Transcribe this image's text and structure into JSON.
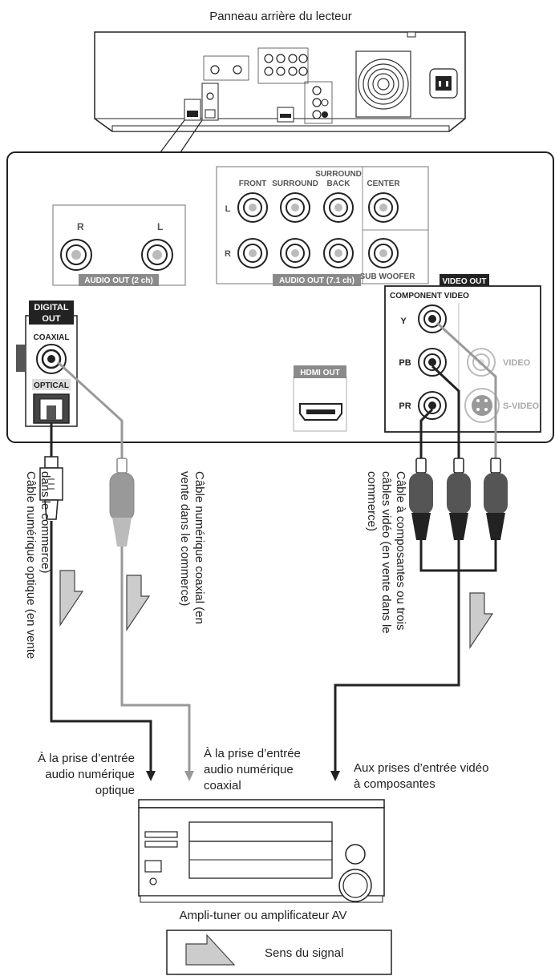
{
  "title": "Panneau arrière du lecteur",
  "panel": {
    "audio_out_2ch": {
      "label": "AUDIO OUT (2 ch)",
      "r": "R",
      "l": "L"
    },
    "audio_out_71": {
      "label": "AUDIO OUT (7.1 ch)",
      "front": "FRONT",
      "surround": "SURROUND",
      "surround_back_1": "SURROUND",
      "surround_back_2": "BACK",
      "center": "CENTER",
      "sub_woofer": "SUB WOOFER",
      "l": "L",
      "r": "R"
    },
    "digital_out": {
      "label_1": "DIGITAL",
      "label_2": "OUT",
      "coaxial": "COAXIAL",
      "optical": "OPTICAL"
    },
    "hdmi_out": "HDMI OUT",
    "video_out": {
      "label": "VIDEO OUT",
      "component": "COMPONENT VIDEO",
      "y": "Y",
      "pb": "PB",
      "pr": "PR",
      "video": "VIDEO",
      "s_video": "S-VIDEO"
    }
  },
  "cables": {
    "optical": [
      "Câble numérique optique (en vente",
      "dans le commerce)"
    ],
    "coaxial": [
      "Câble numérique coaxial (en",
      "vente dans le commerce)"
    ],
    "component": [
      "Câble à composantes ou trois",
      "câbles vidéo (en vente dans le",
      "commerce)"
    ]
  },
  "inputs": {
    "optical": [
      "À la prise d’entrée",
      "audio numérique",
      "optique"
    ],
    "coaxial": [
      "À la prise d’entrée",
      "audio numérique",
      "coaxial"
    ],
    "component": [
      "Aux prises d’entrée vidéo",
      "à composantes"
    ]
  },
  "amplifier_label": "Ampli-tuner ou amplificateur AV",
  "legend": {
    "text": "Sens du signal"
  }
}
